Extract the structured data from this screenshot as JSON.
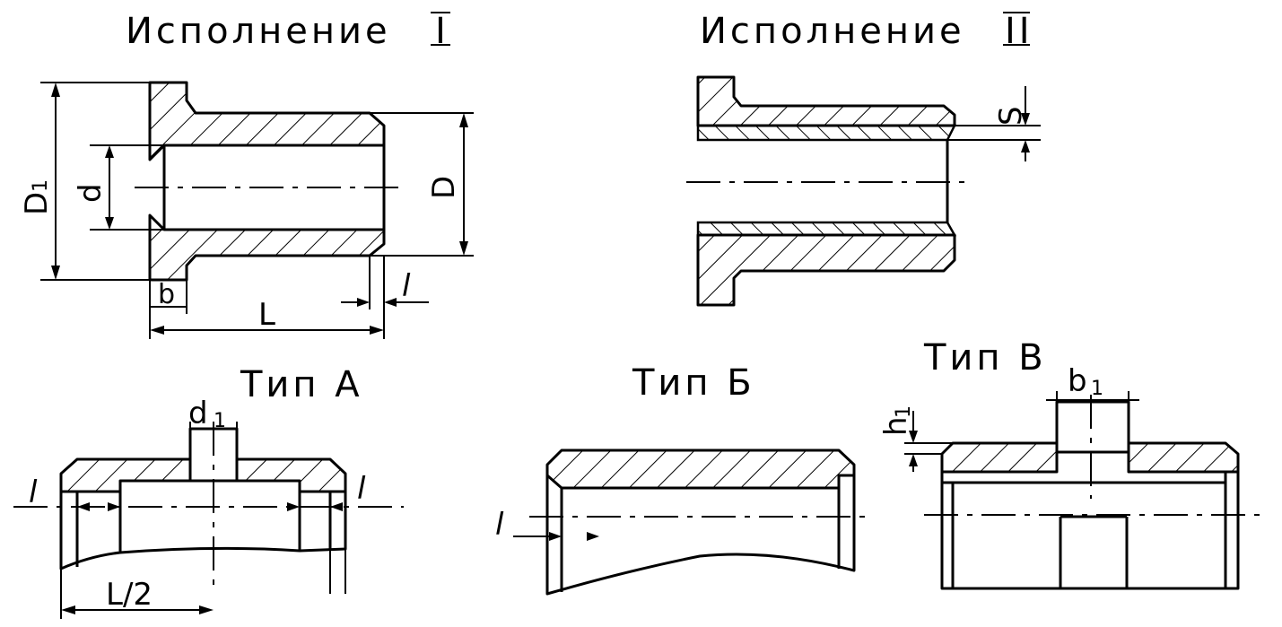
{
  "titles": {
    "variant1": "Исполнение",
    "variant1_numeral": "I",
    "variant2": "Исполнение",
    "variant2_numeral": "II",
    "type_a": "Тип А",
    "type_b": "Тип Б",
    "type_v": "Тип В"
  },
  "dimensions": {
    "D1": "D",
    "D1_sub": "1",
    "d": "d",
    "D": "D",
    "b": "b",
    "L": "L",
    "l": "l",
    "S": "S",
    "d1": "d",
    "d1_sub": "1",
    "L_half": "L/2",
    "b1": "b",
    "b1_sub": "1",
    "h1": "h",
    "h1_sub": "1"
  }
}
